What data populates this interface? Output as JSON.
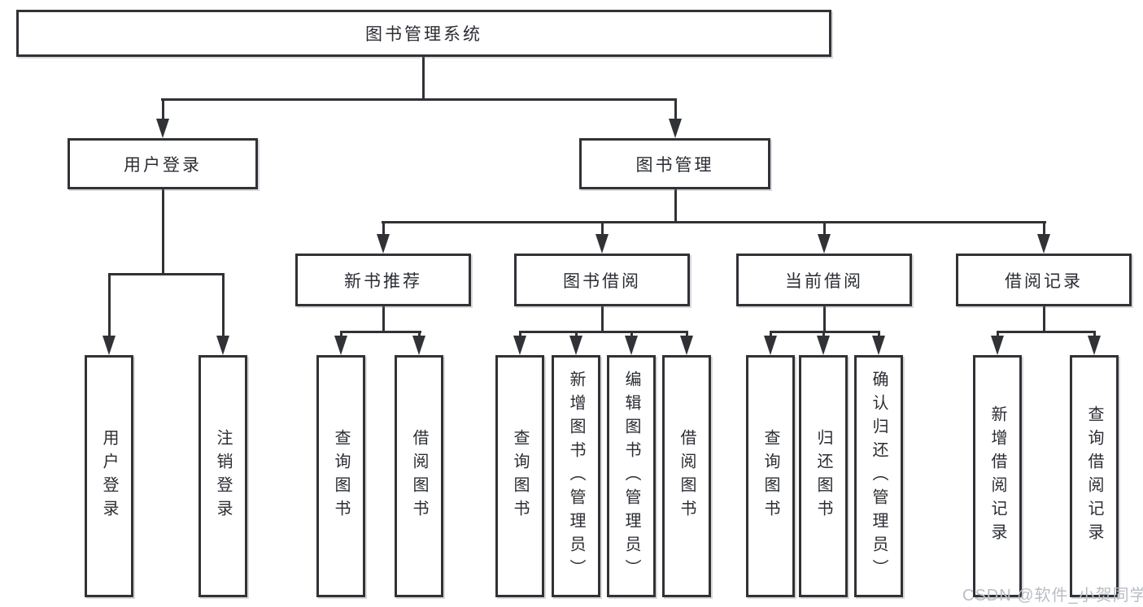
{
  "diagram": {
    "root": {
      "label": "图书管理系统"
    },
    "branches": [
      {
        "label": "用户登录",
        "children": [
          {
            "label": "用户登录"
          },
          {
            "label": "注销登录"
          }
        ]
      },
      {
        "label": "图书管理",
        "children": [
          {
            "label": "新书推荐",
            "children": [
              {
                "label": "查询图书"
              },
              {
                "label": "借阅图书"
              }
            ]
          },
          {
            "label": "图书借阅",
            "children": [
              {
                "label": "查询图书"
              },
              {
                "label": "新增图书（管理员）"
              },
              {
                "label": "编辑图书（管理员）"
              },
              {
                "label": "借阅图书"
              }
            ]
          },
          {
            "label": "当前借阅",
            "children": [
              {
                "label": "查询图书"
              },
              {
                "label": "归还图书"
              },
              {
                "label": "确认归还（管理员）"
              }
            ]
          },
          {
            "label": "借阅记录",
            "children": [
              {
                "label": "新增借阅记录"
              },
              {
                "label": "查询借阅记录"
              }
            ]
          }
        ]
      }
    ]
  },
  "watermark": {
    "text": "CSDN @软件_小贺同学"
  },
  "colors": {
    "line": "#303236",
    "text": "#2b2d33",
    "box_background": "#ffffff",
    "page_background": "#ffffff",
    "watermark": "#b9bdc4"
  }
}
